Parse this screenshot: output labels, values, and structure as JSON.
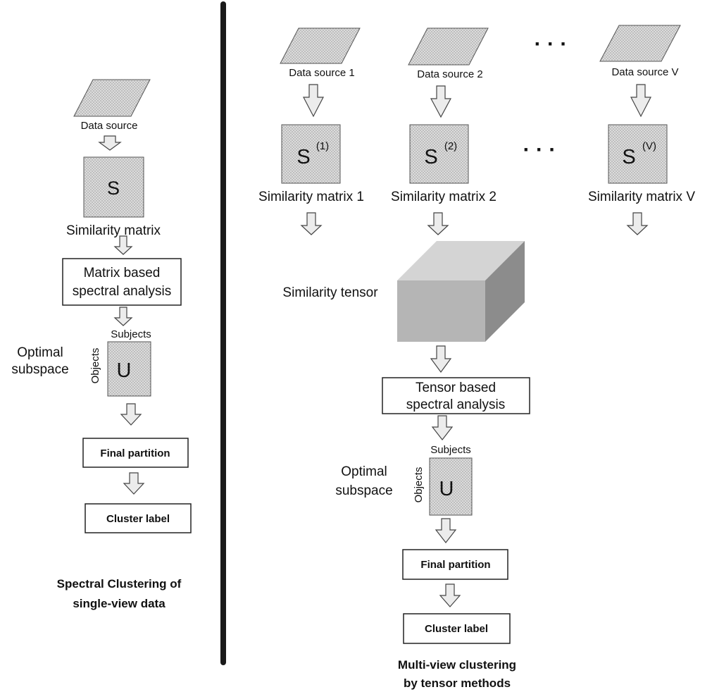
{
  "single_view": {
    "data_source": "Data source",
    "matrix_symbol": "S",
    "matrix_label": "Similarity matrix",
    "analysis_line1": "Matrix based",
    "analysis_line2": "spectral analysis",
    "subspace_line1": "Optimal",
    "subspace_line2": "subspace",
    "subjects": "Subjects",
    "objects": "Objects",
    "u_symbol": "U",
    "final_partition": "Final partition",
    "cluster_label": "Cluster label",
    "caption_line1": "Spectral Clustering of",
    "caption_line2": "single-view data"
  },
  "multi_view": {
    "sources": [
      "Data source 1",
      "Data source 2",
      "Data source V"
    ],
    "matrix_base": "S",
    "matrix_superscripts": [
      "(1)",
      "(2)",
      "(V)"
    ],
    "matrix_labels": [
      "Similarity matrix 1",
      "Similarity matrix 2",
      "Similarity matrix V"
    ],
    "ellipsis": "· · ·",
    "tensor_label": "Similarity tensor",
    "analysis_line1": "Tensor based",
    "analysis_line2": "spectral analysis",
    "subspace_line1": "Optimal",
    "subspace_line2": "subspace",
    "subjects": "Subjects",
    "objects": "Objects",
    "u_symbol": "U",
    "final_partition": "Final partition",
    "cluster_label": "Cluster label",
    "caption_line1": "Multi-view clustering",
    "caption_line2": "by tensor methods"
  }
}
